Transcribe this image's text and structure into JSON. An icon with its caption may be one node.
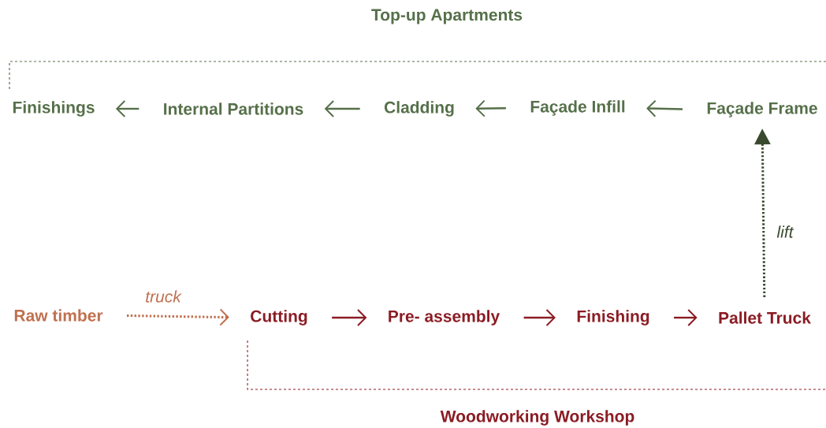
{
  "diagram": {
    "nodes": [
      {
        "text": [
          "Finishings"
        ]
      },
      {
        "text": [
          "Internal Partitions"
        ]
      },
      {
        "text": [
          "Cladding"
        ]
      },
      {
        "text": [
          "Façade Infill"
        ]
      },
      {
        "text": [
          "Façade Frame"
        ]
      },
      {
        "text": [
          "Raw timber"
        ]
      },
      {
        "text": [
          "Cutting"
        ]
      },
      {
        "text": [
          "Pre- assembly"
        ]
      },
      {
        "text": [
          "Finishing"
        ]
      },
      {
        "text": [
          "Pallet Truck"
        ]
      }
    ],
    "edges": [
      {
        "from": 4,
        "to": 3,
        "arrow": "to"
      },
      {
        "from": 3,
        "to": 2,
        "arrow": "to"
      },
      {
        "from": 2,
        "to": 1,
        "arrow": "to"
      },
      {
        "from": 1,
        "to": 0,
        "arrow": "to"
      },
      {
        "from": 5,
        "to": 6,
        "arrow": "to",
        "label": "truck",
        "style": "dashed",
        "color": "#c0704f"
      },
      {
        "from": 6,
        "to": 7,
        "arrow": "to",
        "color": "#8b1c24"
      },
      {
        "from": 7,
        "to": 8,
        "arrow": "to",
        "color": "#8b1c24"
      },
      {
        "from": 8,
        "to": 9,
        "arrow": "to",
        "color": "#8b1c24"
      },
      {
        "from": 9,
        "to": 4,
        "arrow": "to",
        "label": "lift",
        "style": "dashed",
        "color": "#3a4a2e"
      }
    ],
    "labels": [
      "Top-up Apartments",
      "Woodworking Workshop"
    ]
  }
}
